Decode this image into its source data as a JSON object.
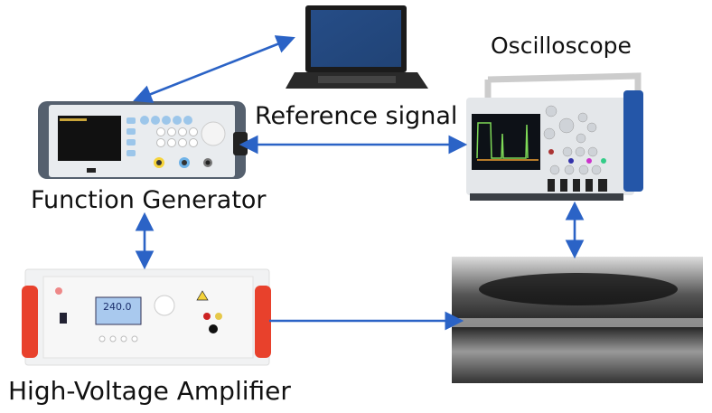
{
  "labels": {
    "oscilloscope": "Oscilloscope",
    "reference_signal": "Reference signal",
    "function_generator": "Function Generator",
    "amplifier": "High-Voltage Amplifier"
  },
  "amplifier_display": "240.0",
  "colors": {
    "arrow": "#2b63c6",
    "handle": "#e8412c"
  }
}
